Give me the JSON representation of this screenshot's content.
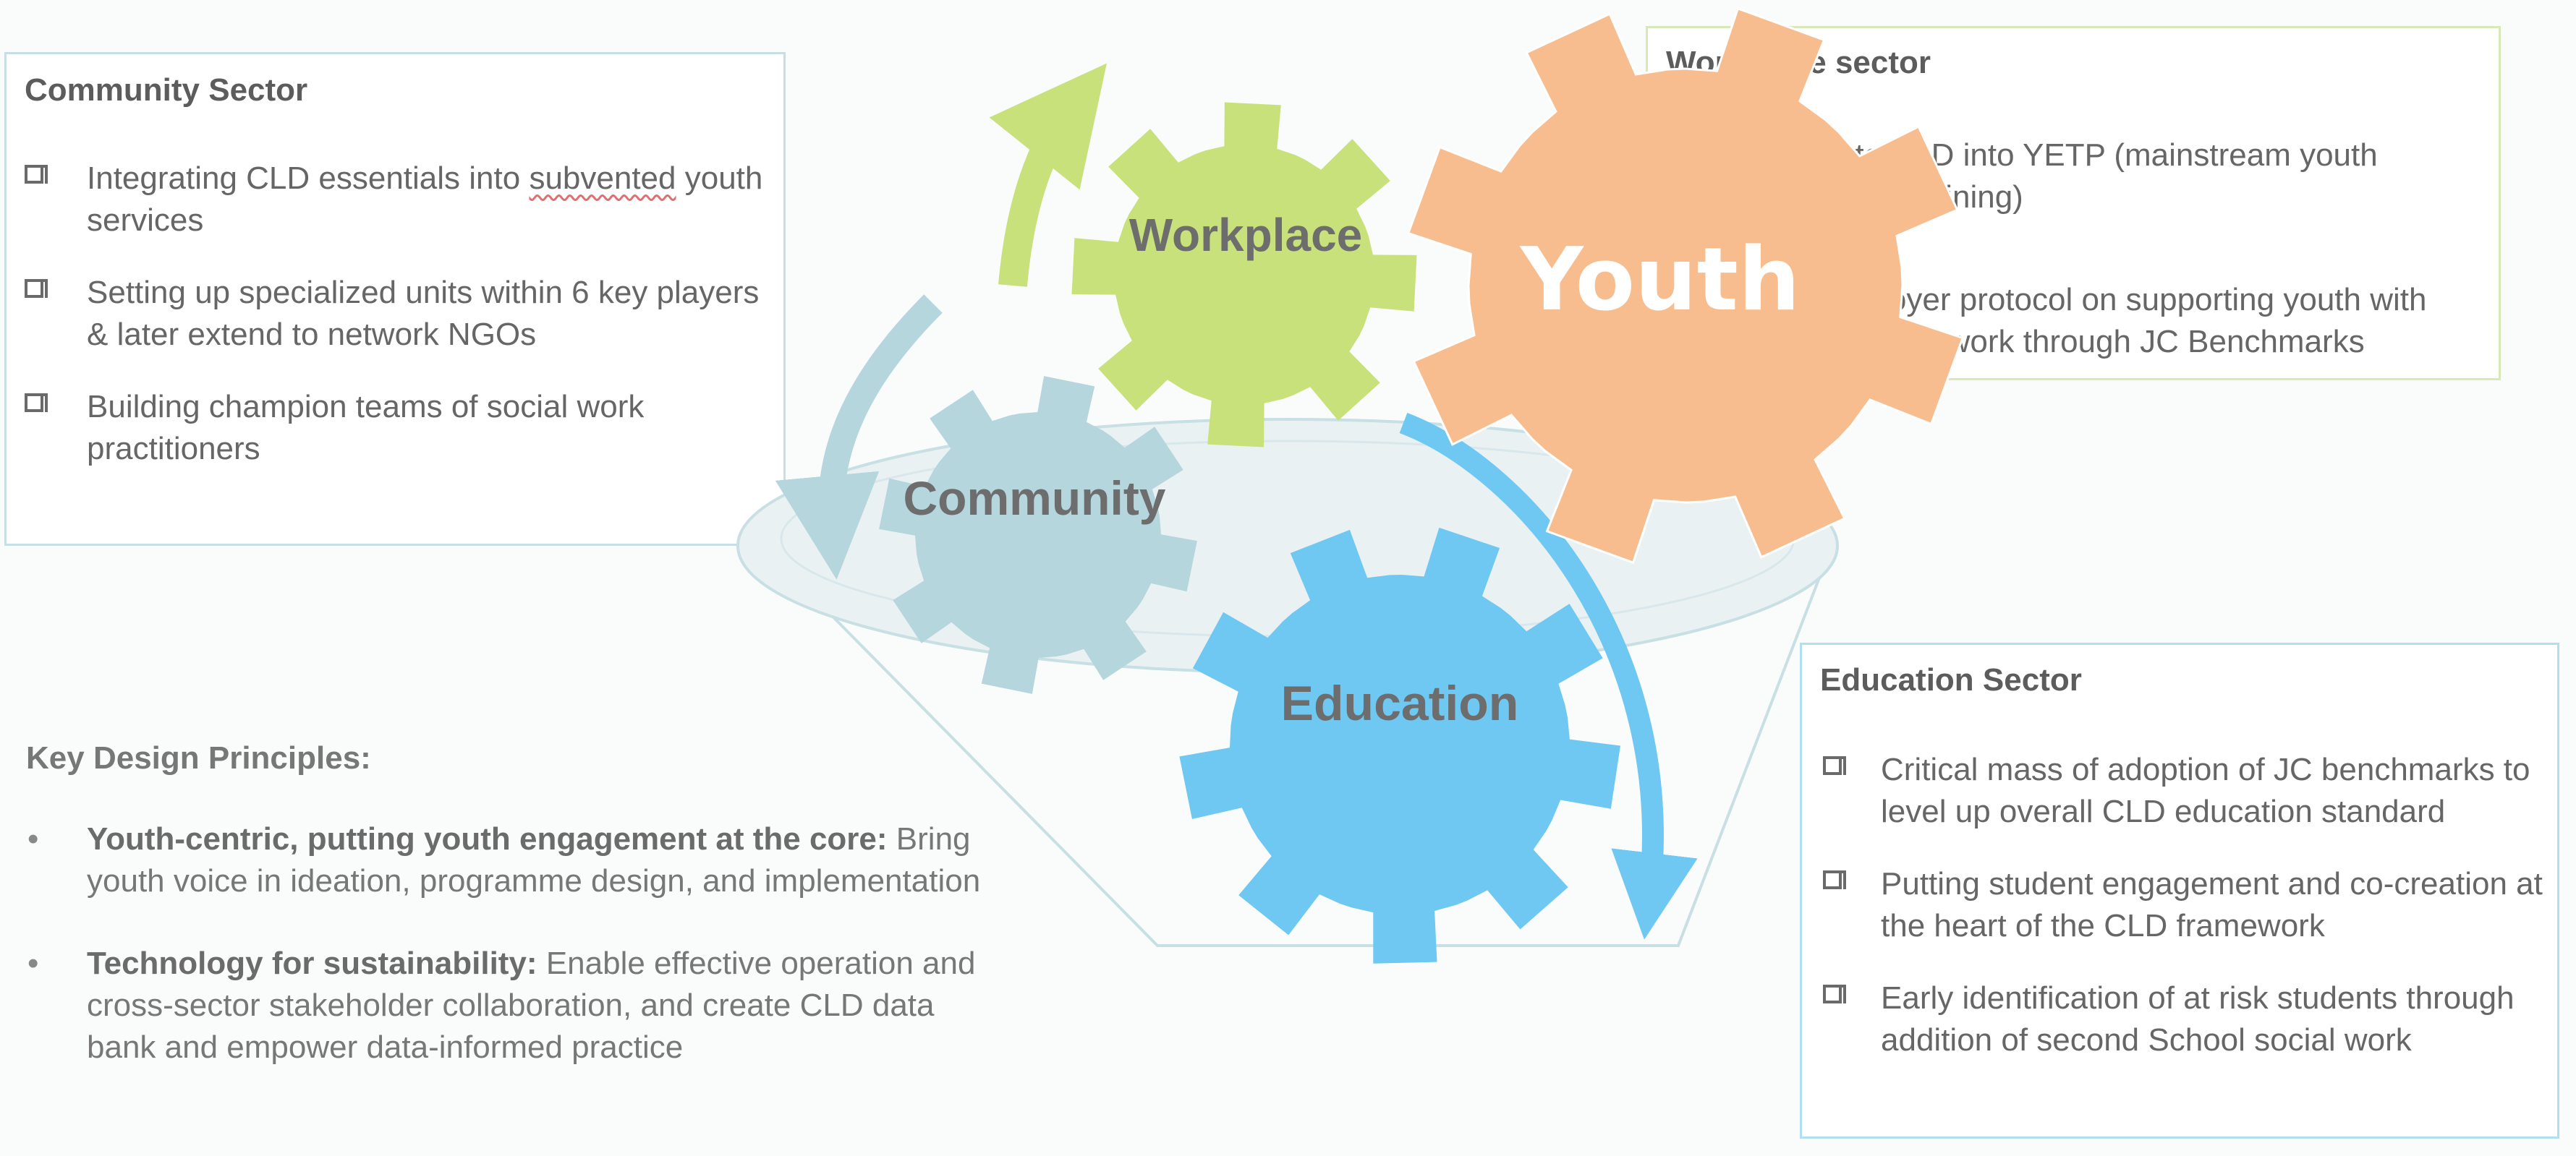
{
  "community": {
    "title": "Community Sector",
    "items": [
      {
        "pre": "Integrating CLD essentials into ",
        "flag": "subvented",
        "post": " youth services"
      },
      {
        "text": "Setting up specialized units within 6 key players & later extend to network NGOs"
      },
      {
        "text": "Building champion teams of social work practitioners"
      }
    ]
  },
  "workplace": {
    "title": "Workplace sector",
    "items": [
      {
        "line1": "ate CLD into YETP (mainstream youth",
        "line2": "nent training)"
      },
      {
        "line1": "mployer protocol on supporting youth with",
        "line2": "isor Network through JC Benchmarks"
      }
    ]
  },
  "education": {
    "title": "Education Sector",
    "items": [
      "Critical mass of adoption of JC benchmarks to level up overall CLD education standard",
      "Putting student engagement and co-creation at the heart of the CLD framework",
      "Early identification of at risk students through addition of second School social work"
    ]
  },
  "principles": {
    "heading": "Key Design Principles:",
    "items": [
      {
        "bold": "Youth-centric, putting youth engagement at the core:",
        "text": "Bring youth voice in ideation, programme design, and implementation"
      },
      {
        "bold": "Technology for sustainability:",
        "text": "Enable effective operation and cross-sector stakeholder collaboration, and create CLD data bank and empower data-informed practice"
      }
    ],
    "bullet": "•"
  },
  "gears": {
    "workplace": "Workplace",
    "community": "Community",
    "education": "Education",
    "youth": "Youth"
  },
  "colors": {
    "workplace_gear": "#c8e17a",
    "community_gear": "#b5d6dd",
    "education_gear": "#6ec8f2",
    "youth_gear": "#f8bd8e"
  },
  "icons": [
    "checkbox-icon",
    "bullet-dot",
    "curved-arrow-icon"
  ]
}
